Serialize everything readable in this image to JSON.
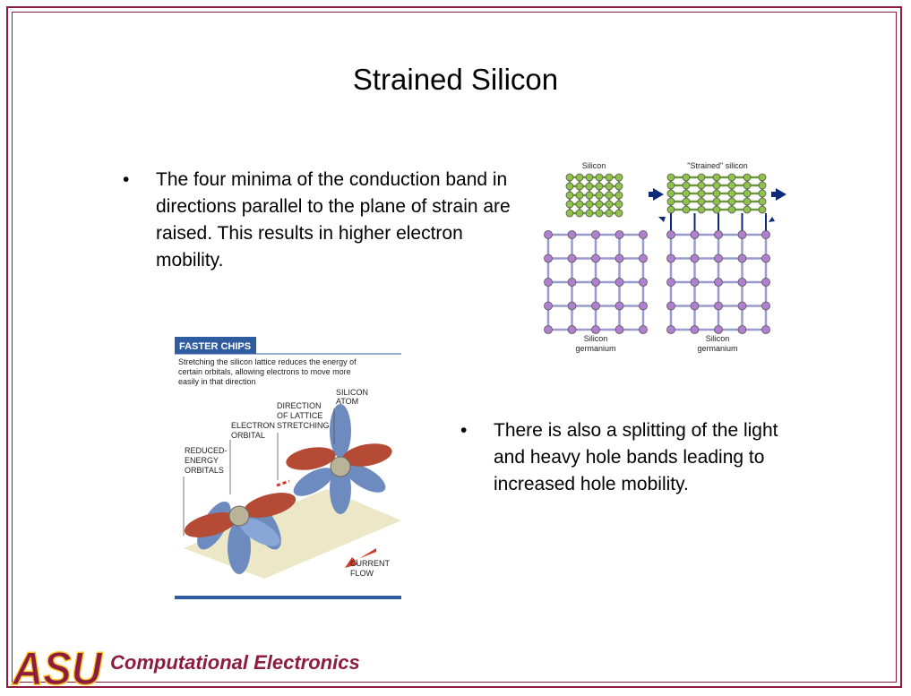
{
  "slide": {
    "title": "Strained Silicon",
    "bullets": [
      "The four minima of the conduction band in directions parallel to the plane of strain are raised. This results in higher electron mobility.",
      "There is also a splitting of the light and heavy hole bands leading to increased hole mobility."
    ],
    "bullet_glyph": "•"
  },
  "lattice_figure": {
    "label_silicon": "Silicon",
    "label_strained": "\"Strained\" silicon",
    "label_sige_1": "Silicon",
    "label_sige_2": "germanium",
    "label_sige_3": "Silicon",
    "label_sige_4": "germanium"
  },
  "chip_figure": {
    "header": "FASTER CHIPS",
    "caption_1": "Stretching the silicon lattice reduces the energy of",
    "caption_2": "certain orbitals, allowing electrons to move more",
    "caption_3": "easily in that direction",
    "label_silicon_1": "SILICON",
    "label_silicon_2": "ATOM",
    "label_direction_1": "DIRECTION",
    "label_direction_2": "OF LATTICE",
    "label_direction_3": "STRETCHING",
    "label_electron_1": "ELECTRON",
    "label_electron_2": "ORBITAL",
    "label_reduced_1": "REDUCED-",
    "label_reduced_2": "ENERGY",
    "label_reduced_3": "ORBITALS",
    "label_current_1": "CURRENT",
    "label_current_2": "FLOW"
  },
  "footer": {
    "logo_text": "ASU",
    "label": "Computational Electronics"
  },
  "colors": {
    "maroon": "#8c1d40",
    "gold": "#ffc627",
    "silicon_green": "#8fc34a",
    "sige_purple": "#b07fd0",
    "arrow_navy": "#0d2a7a"
  }
}
